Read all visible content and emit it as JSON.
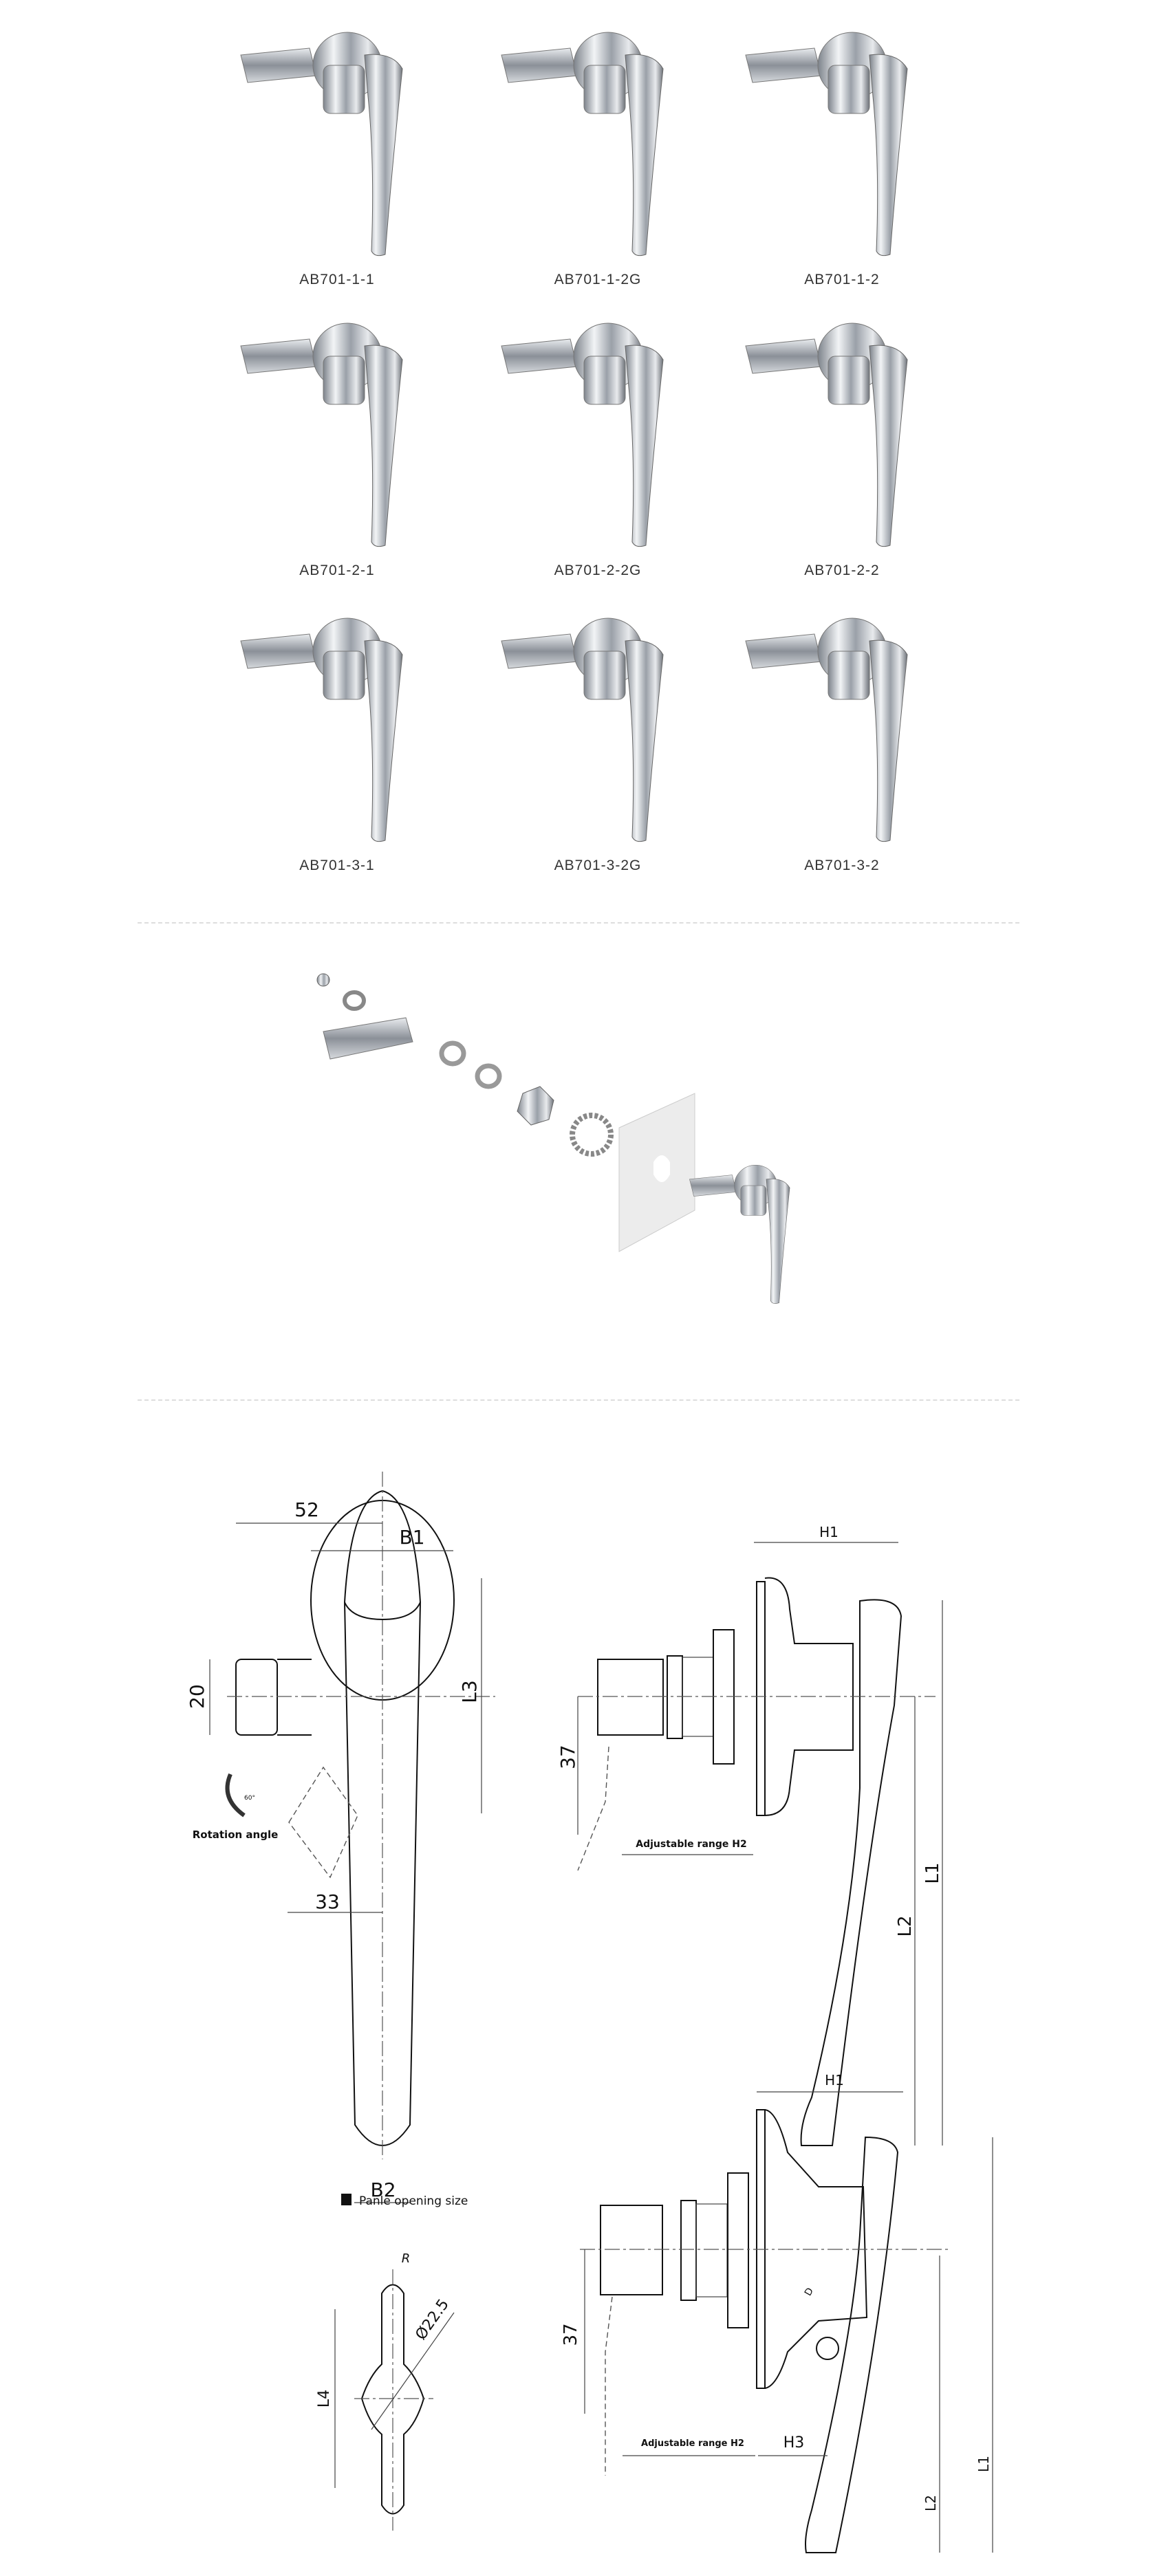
{
  "products": [
    {
      "model": "AB701-1-1"
    },
    {
      "model": "AB701-1-2G"
    },
    {
      "model": "AB701-1-2"
    },
    {
      "model": "AB701-2-1"
    },
    {
      "model": "AB701-2-2G"
    },
    {
      "model": "AB701-2-2"
    },
    {
      "model": "AB701-3-1"
    },
    {
      "model": "AB701-3-2G"
    },
    {
      "model": "AB701-3-2"
    }
  ],
  "drawing1": {
    "front": {
      "dim_52": "52",
      "dim_b1": "B1",
      "dim_20": "20",
      "dim_l3": "L3",
      "rotation_label": "Rotation angle",
      "rotation_deg": "60°",
      "dim_33": "33",
      "dim_b2": "B2"
    },
    "side": {
      "dim_h1": "H1",
      "dim_37": "37",
      "adjustable": "Adjustable range H2",
      "dim_l1": "L1",
      "dim_l2": "L2"
    }
  },
  "drawing2": {
    "panel": {
      "legend": "Panle opening size",
      "dim_r": "R",
      "dim_dia": "Ø22.5",
      "dim_l4": "L4"
    },
    "side": {
      "dim_h1": "H1",
      "dim_37": "37",
      "adjustable": "Adjustable range H2",
      "dim_h3": "H3",
      "dim_d": "D",
      "dim_l1": "L1",
      "dim_l2": "L2"
    }
  },
  "colors": {
    "divider": "#dddddd",
    "chrome": "#c8ccd2"
  }
}
